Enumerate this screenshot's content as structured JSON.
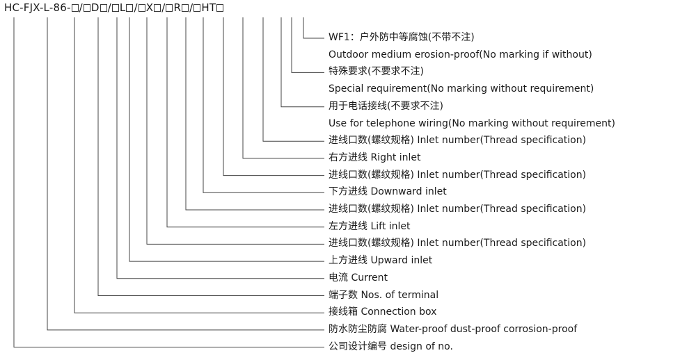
{
  "model_code": {
    "tokens": [
      {
        "type": "text",
        "text": "HC-FJX-L-86-"
      },
      {
        "type": "box"
      },
      {
        "type": "text",
        "text": "/"
      },
      {
        "type": "box"
      },
      {
        "type": "text",
        "text": "D"
      },
      {
        "type": "box"
      },
      {
        "type": "text",
        "text": "/"
      },
      {
        "type": "box"
      },
      {
        "type": "text",
        "text": "L"
      },
      {
        "type": "box"
      },
      {
        "type": "text",
        "text": "/"
      },
      {
        "type": "box"
      },
      {
        "type": "text",
        "text": "X"
      },
      {
        "type": "box"
      },
      {
        "type": "text",
        "text": "/"
      },
      {
        "type": "box"
      },
      {
        "type": "text",
        "text": "R"
      },
      {
        "type": "box"
      },
      {
        "type": "text",
        "text": "/"
      },
      {
        "type": "box"
      },
      {
        "type": "text",
        "text": "HT"
      },
      {
        "type": "box"
      }
    ]
  },
  "descriptions": [
    {
      "text": "WF1：户外防中等腐蚀(不带不注)"
    },
    {
      "text": "Outdoor medium erosion-proof(No marking if without)"
    },
    {
      "text": "特殊要求(不要求不注)"
    },
    {
      "text": "Special requirement(No marking without requirement)"
    },
    {
      "text": "用于电话接线(不要求不注)"
    },
    {
      "text": "Use for telephone wiring(No marking without requirement)"
    },
    {
      "text": "进线口数(螺纹规格)  Inlet number(Thread specification)"
    },
    {
      "text": "右方进线  Right inlet"
    },
    {
      "text": "进线口数(螺纹规格)  Inlet number(Thread specification)"
    },
    {
      "text": "下方进线  Downward inlet"
    },
    {
      "text": "进线口数(螺纹规格)  Inlet number(Thread specification)"
    },
    {
      "text": "左方进线  Lift inlet"
    },
    {
      "text": "进线口数(螺纹规格)  Inlet number(Thread specification)"
    },
    {
      "text": "上方进线  Upward inlet"
    },
    {
      "text": "电流  Current"
    },
    {
      "text": "端子数  Nos. of terminal"
    },
    {
      "text": "接线箱  Connection box"
    },
    {
      "text": "防水防尘防腐  Water-proof dust-proof corrosion-proof"
    },
    {
      "text": "公司设计编号 design of no."
    }
  ]
}
